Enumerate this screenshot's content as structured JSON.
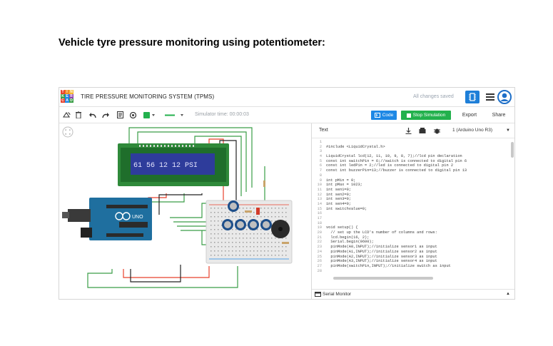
{
  "document": {
    "heading": "Vehicle tyre pressure monitoring using potentiometer:"
  },
  "topbar": {
    "logo_letters": [
      "T",
      "I",
      "N",
      "K",
      "E",
      "R",
      "C",
      "A",
      "D"
    ],
    "logo_colors": [
      "#e8412c",
      "#f08a24",
      "#f5b72c",
      "#3a9e47",
      "#1e88e5",
      "#8e44ad",
      "#e8412c",
      "#1e88e5",
      "#3a9e47"
    ],
    "project_title": "TIRE PRESSURE MONITORING SYSTEM (TPMS)",
    "save_status": "All changes saved",
    "circuit_icon": "circuit-view-icon",
    "list_icon": "component-list-icon",
    "avatar_icon": "user-avatar-icon"
  },
  "toolbar": {
    "tools": [
      "rotate-icon",
      "delete-icon",
      "undo-icon",
      "redo-icon",
      "notes-icon",
      "eye-icon",
      "color-swatch-icon",
      "wire-type-icon"
    ],
    "swatch_color": "#23b14d",
    "simulator_time": "Simulator time: 00:00:03",
    "code_label": "Code",
    "sim_label": "Stop Simulation",
    "export_label": "Export",
    "share_label": "Share"
  },
  "circuit": {
    "lcd_text": "61 56 12 12  PSI",
    "board_label": "UNO",
    "components": [
      "arduino-uno",
      "lcd-16x2",
      "breadboard",
      "potentiometer",
      "buzzer",
      "led"
    ]
  },
  "code_panel": {
    "mode": "Text",
    "device": "1 (Arduino Uno R3)",
    "serial_monitor": "Serial Monitor",
    "line_numbers": [
      "1",
      "2",
      "3",
      "4",
      "5",
      "6",
      "7",
      "8",
      "9",
      "10",
      "11",
      "12",
      "13",
      "14",
      "15",
      "16",
      "17",
      "18",
      "19",
      "20",
      "21",
      "22",
      "23",
      "24",
      "25",
      "26",
      "27",
      "28"
    ],
    "code_lines": [
      "",
      "#include <LiquidCrystal.h>",
      "",
      "LiquidCrystal lcd(12, 11, 10, 9, 8, 7);//lcd pin declaration",
      "const int switchPin = 6;//switch is connected to digital pin 6",
      "const int ledPin = 2;//led is connected to digital pin 2",
      "const int buzzerPin=13;//buzzer is connected to digital pin 13",
      "",
      "int pMin = 0;",
      "int pMax = 1023;",
      "int sen1=0;",
      "int sen2=0;",
      "int sen3=0;",
      "int sen4=0;",
      "int switchvalue=0;",
      "",
      "",
      "",
      "void setup() {",
      "  // set up the LCD's number of columns and rows:",
      "  lcd.begin(16, 2);",
      "  Serial.begin(9600);",
      "  pinMode(A0,INPUT);//initialize sensor1 as input",
      "  pinMode(A1,INPUT);//initialize sensor2 as input",
      "  pinMode(A2,INPUT);//initialize sensor3 as input",
      "  pinMode(A3,INPUT);//initialize sensor4 as input",
      "  pinMode(switchPin,INPUT);//initialize switch as input",
      ""
    ]
  }
}
